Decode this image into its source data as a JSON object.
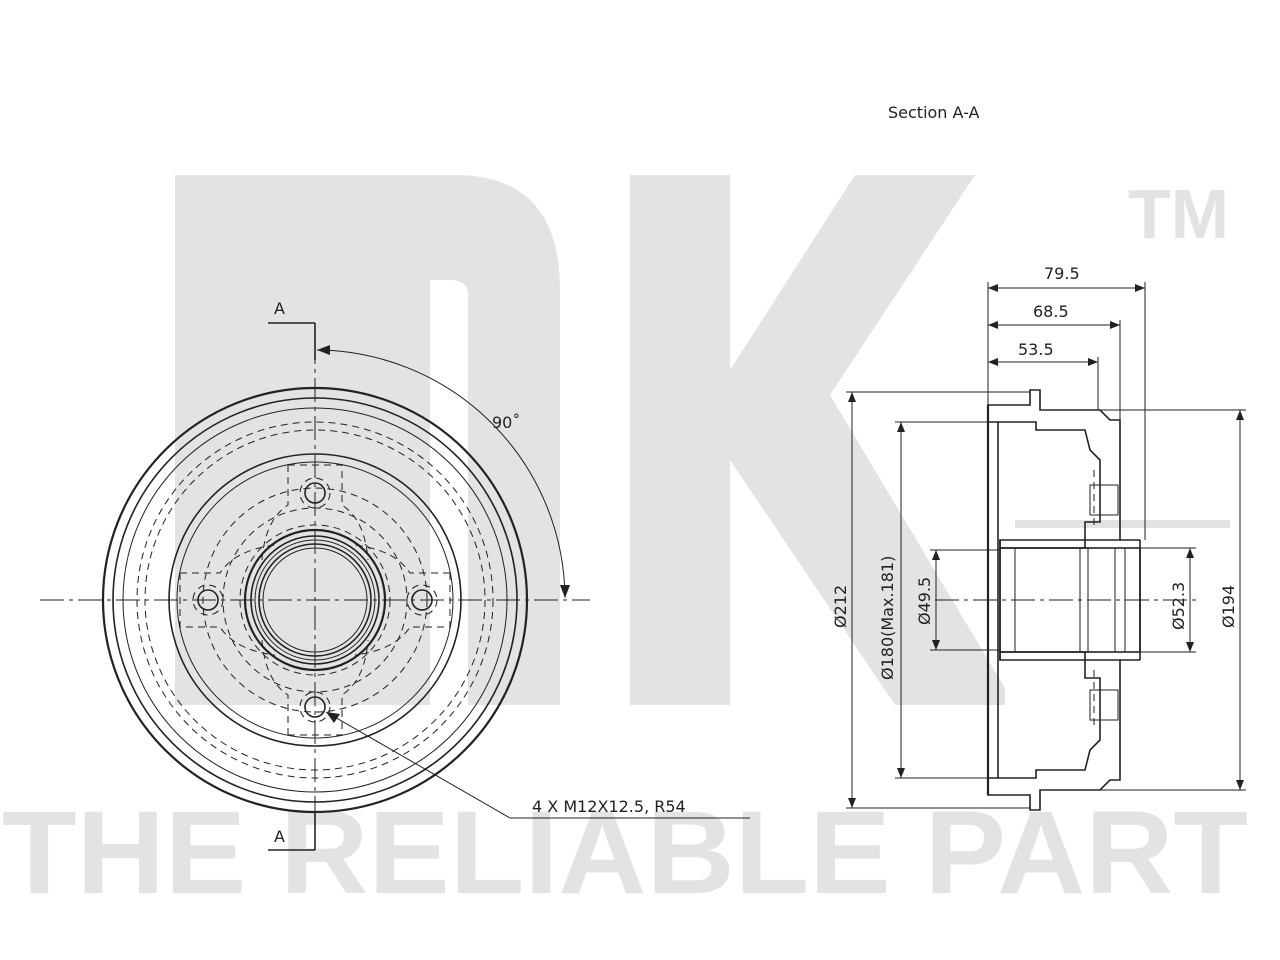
{
  "section_title": "Section A-A",
  "section_marker_top": "A",
  "section_marker_bottom": "A",
  "angle_label": "90˚",
  "bolt_note": "4 X M12X12.5, R54",
  "dimensions": {
    "width_79_5": "79.5",
    "width_68_5": "68.5",
    "width_53_5": "53.5",
    "dia_212": "Ø212",
    "dia_180": "Ø180(Max.181)",
    "dia_49_5": "Ø49.5",
    "dia_52_3": "Ø52.3",
    "dia_194": "Ø194"
  },
  "watermark": {
    "logo": "NK",
    "tm": "TM",
    "slogan": "THE RELIABLE PART",
    "color": "#e3e3e3"
  },
  "line_color": "#222222"
}
